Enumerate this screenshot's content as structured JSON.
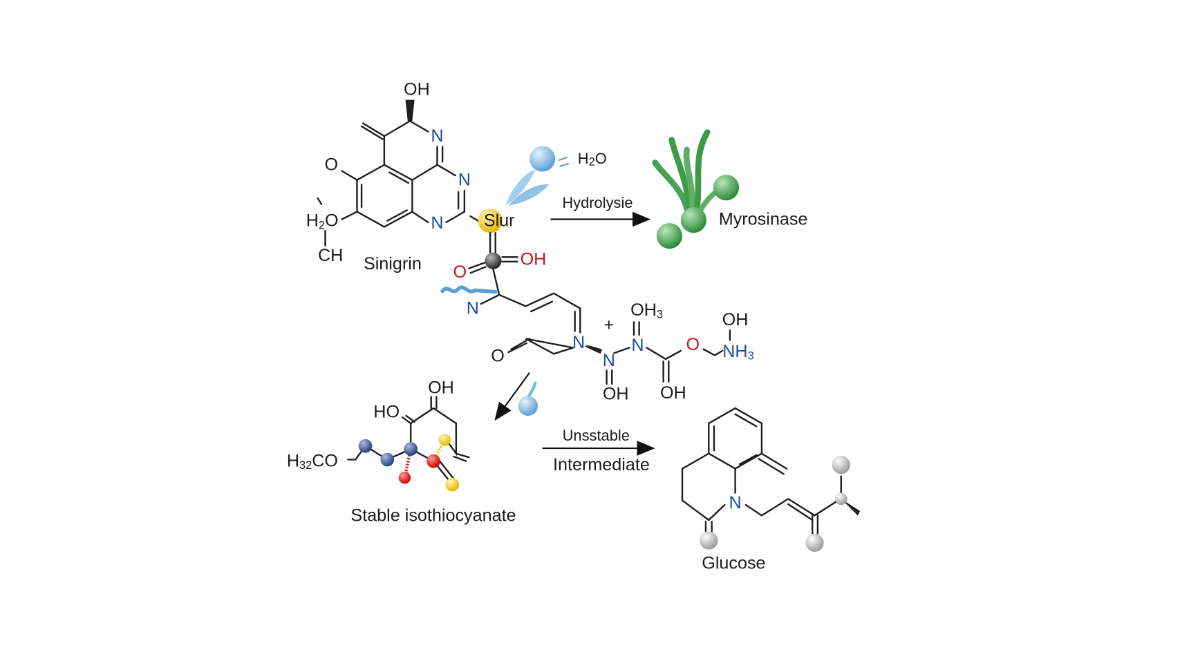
{
  "diagram": {
    "sinigrin": {
      "name": "Sinigrin",
      "atoms": {
        "oh_top": "OH",
        "n1": "N",
        "n2": "N",
        "n3": "N",
        "o_left": "O",
        "h2o_main": "H",
        "h2o_sub": "2",
        "h2o_end": "O",
        "ch": "CH"
      },
      "sulfur_label": "Slur"
    },
    "water": {
      "main": "H",
      "sub": "2",
      "end": "O"
    },
    "hydrolysis_arrow_label": "Hydrolysie",
    "enzyme": {
      "name": "Myrosinase"
    },
    "intermediate": {
      "atoms": {
        "o_red": "O",
        "oh_red": "OH",
        "n_left": "N",
        "o_pyr": "O",
        "n_pyr": "N",
        "plus": "+",
        "oh3": "OH",
        "oh3_sub": "3",
        "n_a": "N",
        "n_b": "N",
        "oh_a": "OH",
        "oh_b": "OH",
        "o_ester": "O",
        "oh_c": "OH",
        "nh3": "NH",
        "nh3_sub": "3"
      }
    },
    "product": {
      "name": "Stable isothiocyanate",
      "atoms": {
        "h32co_main": "H",
        "h32co_sub": "32",
        "h32co_end": "CO",
        "ho": "HO",
        "oh": "OH"
      }
    },
    "unstable_arrow": {
      "top": "Unsstable",
      "bottom": "Intermediate"
    },
    "glucose": {
      "name": "Glucose",
      "atoms": {
        "n": "N"
      }
    },
    "colors": {
      "nitrogen": "#1f4fa0",
      "oxygen": "#d01010",
      "sulfur": "#f2c315",
      "enzyme": "#3f9a4a",
      "water": "#7fb6e0"
    }
  }
}
